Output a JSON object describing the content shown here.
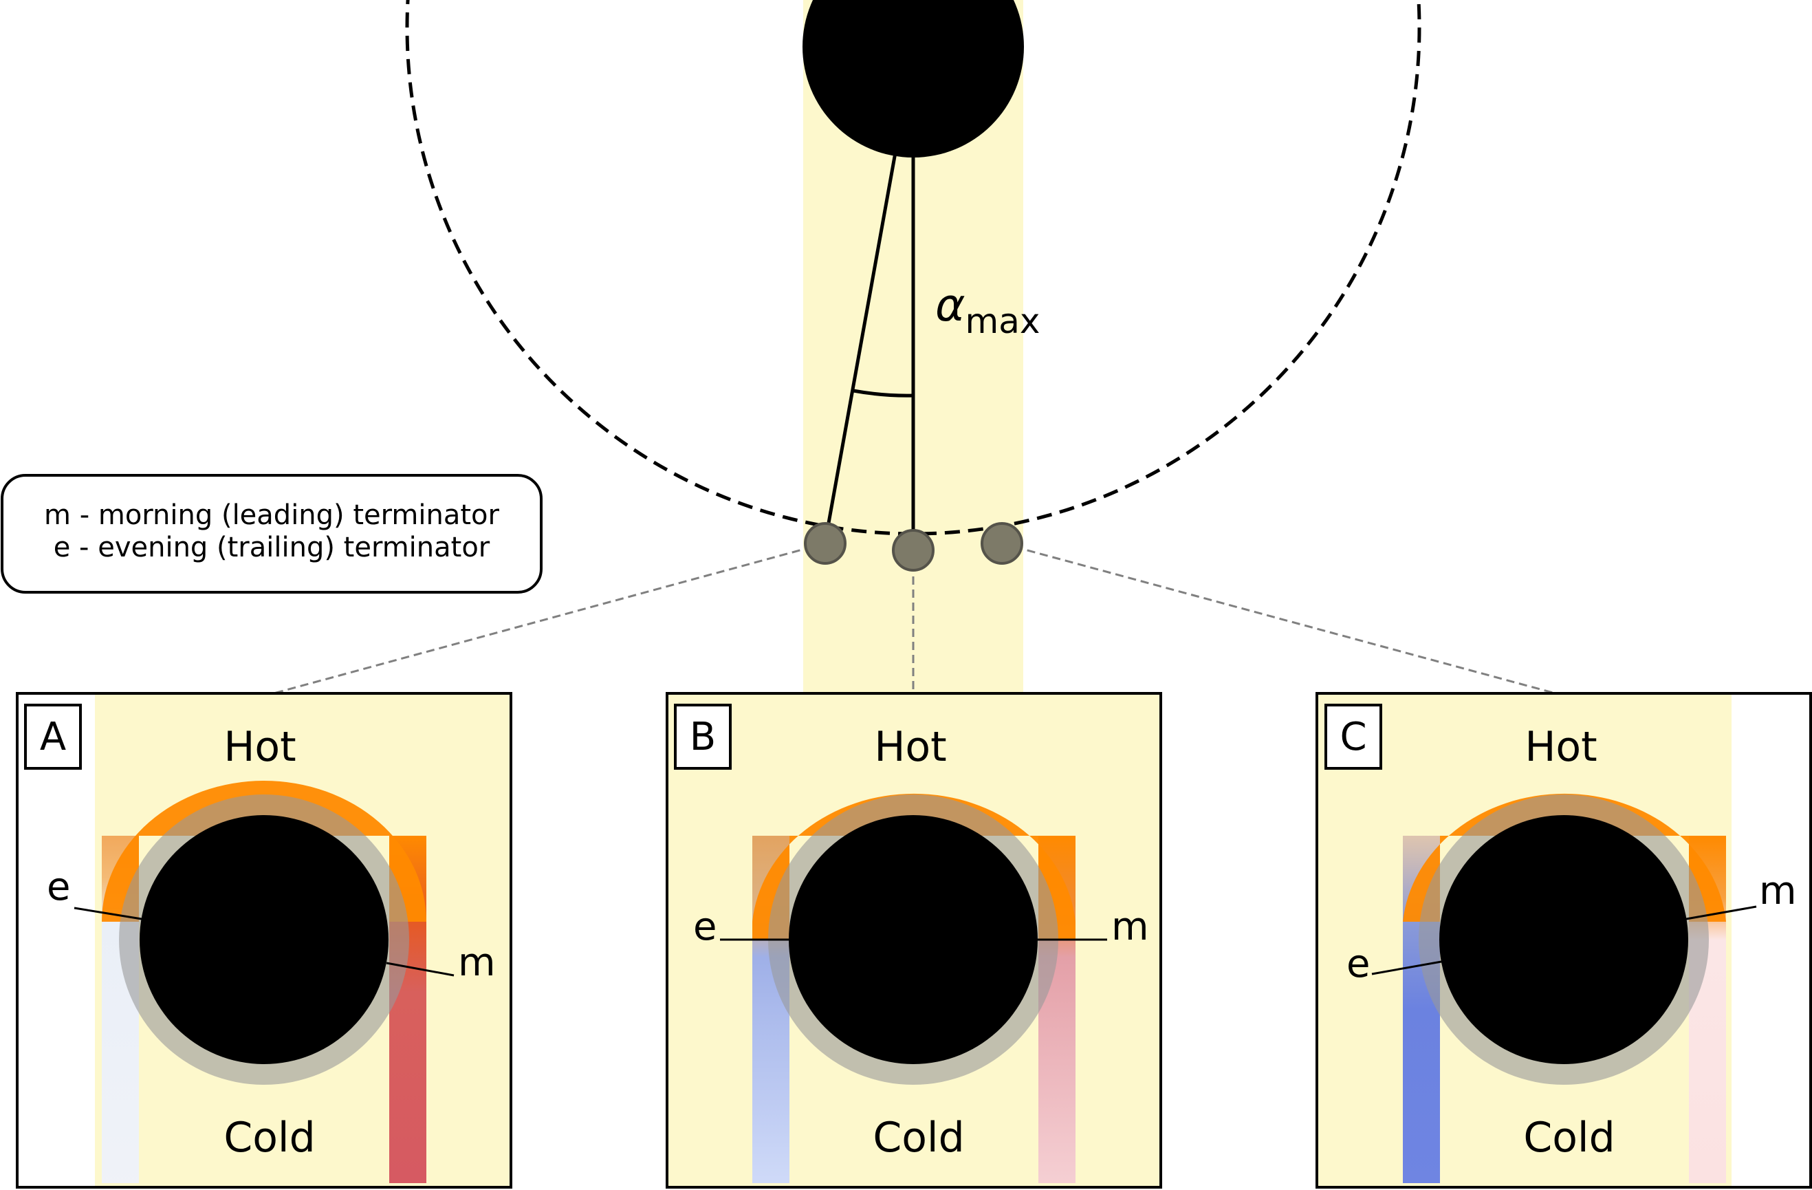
{
  "diagram": {
    "angle_label": {
      "symbol": "α",
      "subscript": "max"
    },
    "legend": {
      "line1": "m - morning (leading) terminator",
      "line2": "e - evening (trailing) terminator"
    },
    "panels": [
      {
        "id": "A",
        "hot": "Hot",
        "cold": "Cold",
        "evening": "e",
        "morning": "m"
      },
      {
        "id": "B",
        "hot": "Hot",
        "cold": "Cold",
        "evening": "e",
        "morning": "m"
      },
      {
        "id": "C",
        "hot": "Hot",
        "cold": "Cold",
        "evening": "e",
        "morning": "m"
      }
    ],
    "colors": {
      "star": "#000000",
      "planet": "#000000",
      "transit_band": "#fdf8cc",
      "hot_limb": "#ff8a00",
      "morning_hot": "#d8413c",
      "evening_cold": "#5b73d8",
      "atmosphere_shadow": "#a0a0a0",
      "orbit_planet": "#7d7a68",
      "guide_line": "#808080"
    }
  }
}
